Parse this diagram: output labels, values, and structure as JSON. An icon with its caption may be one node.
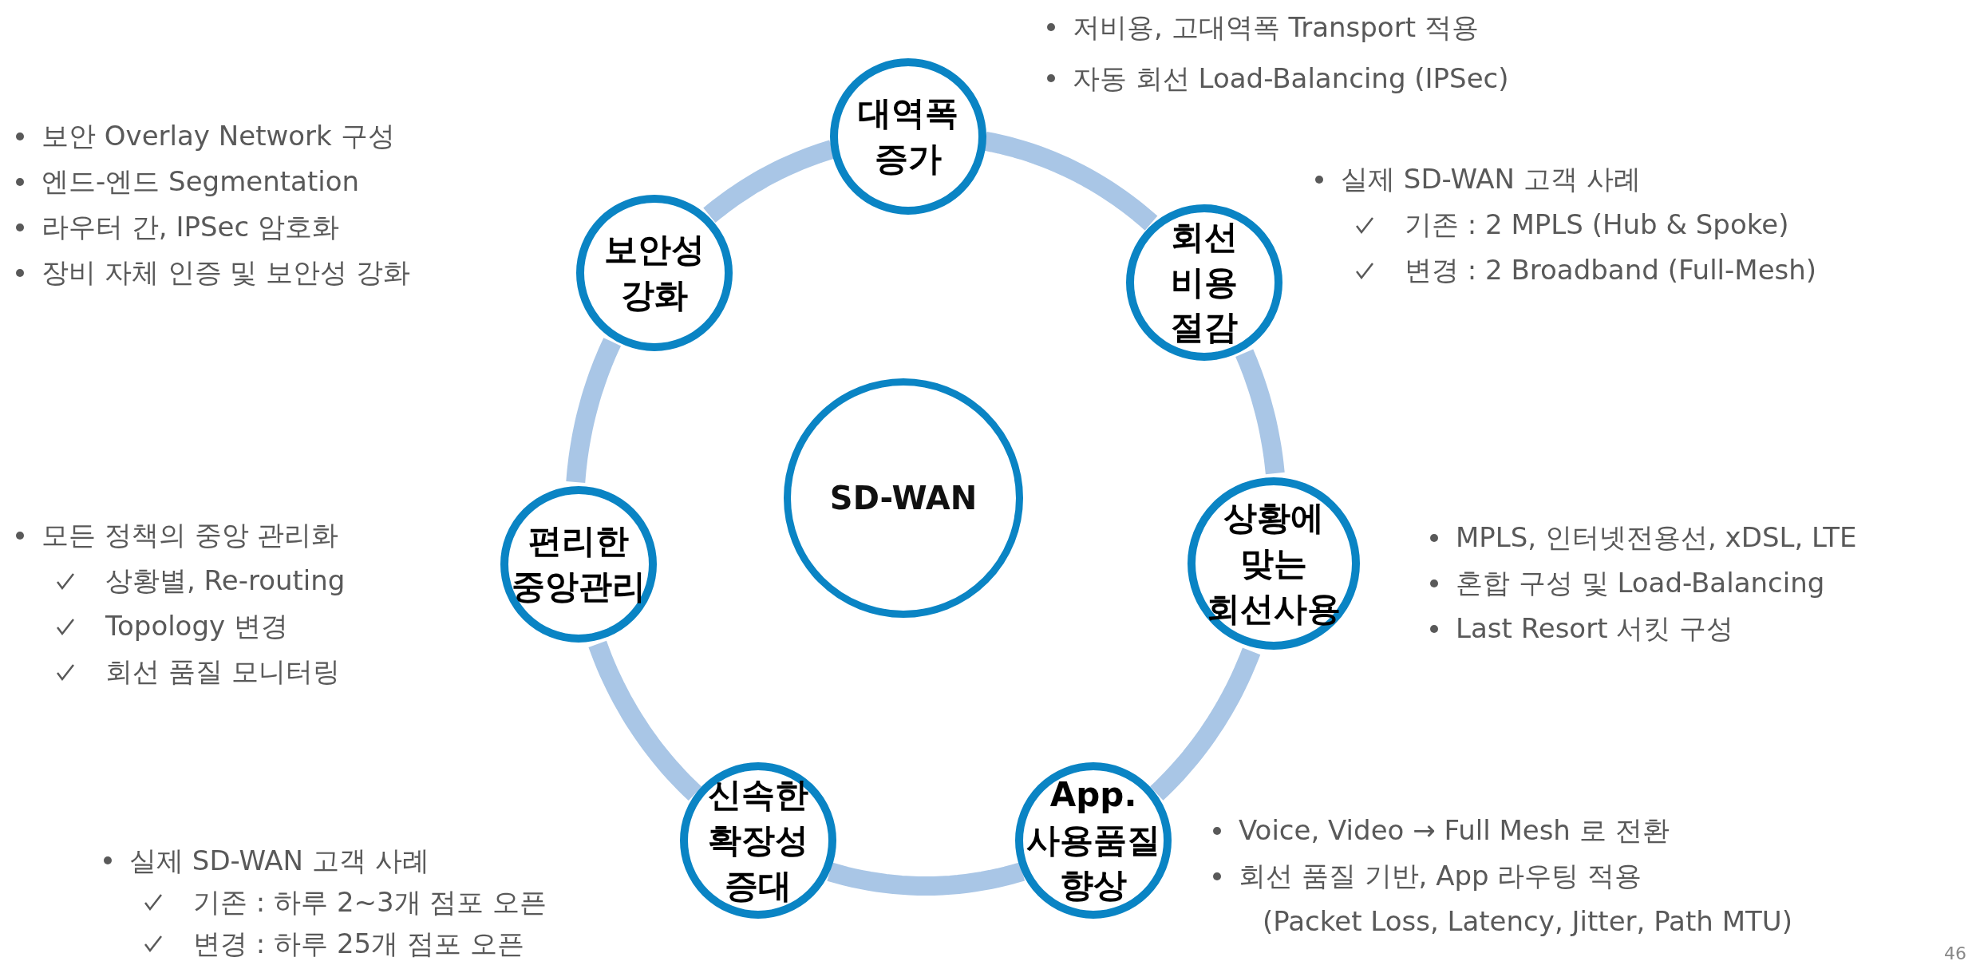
{
  "diagram": {
    "nodes": [
      {
        "text": [
          "대역폭 증가"
        ],
        "beside": [
          "저비용, 고대역폭 Transport 적용",
          "자동 회선 Load-Balancing (IPSec)"
        ]
      },
      {
        "text": [
          "보안성 강화"
        ],
        "beside": [
          "보안 Overlay Network 구성",
          "엔드-엔드 Segmentation",
          "라우터 간, IPSec 암호화",
          "장비 자체 인증 및 보안성 강화"
        ]
      },
      {
        "text": [
          "회선 비용 절감"
        ],
        "beside": [
          "실제 SD-WAN 고객 사례",
          "기존 : 2 MPLS (Hub & Spoke)",
          "변경 : 2 Broadband (Full-Mesh)"
        ]
      },
      {
        "text": [
          "SD-WAN"
        ]
      },
      {
        "text": [
          "편리한 중앙관리"
        ],
        "beside": [
          "모든 정책의 중앙 관리화",
          "상황별, Re-routing",
          "Topology 변경",
          "회선 품질 모니터링"
        ]
      },
      {
        "text": [
          "상황에 맞는 회선사용"
        ],
        "beside": [
          "MPLS, 인터넷전용선, xDSL, LTE",
          "혼합 구성 및 Load-Balancing",
          "Last Resort 서킷 구성"
        ]
      },
      {
        "text": [
          "신속한 확장성 증대"
        ],
        "beside": [
          "실제 SD-WAN 고객 사례",
          "기존 : 하루 2~3개 점포 오픈",
          "변경 : 하루 25개 점포 오픈"
        ]
      },
      {
        "text": [
          "App. 사용품질 향상"
        ],
        "beside": [
          "Voice, Video → Full Mesh 로 전환",
          "회선 품질 기반, App 라우팅 적용",
          "(Packet Loss, Latency, Jitter, Path MTU)"
        ]
      }
    ],
    "edges": [
      {
        "from": 0,
        "to": 2,
        "arrow": "none"
      },
      {
        "from": 2,
        "to": 5,
        "arrow": "none"
      },
      {
        "from": 5,
        "to": 7,
        "arrow": "none"
      },
      {
        "from": 7,
        "to": 6,
        "arrow": "none"
      },
      {
        "from": 6,
        "to": 4,
        "arrow": "none"
      },
      {
        "from": 4,
        "to": 1,
        "arrow": "none"
      },
      {
        "from": 1,
        "to": 0,
        "arrow": "none"
      }
    ],
    "labels": [
      "46"
    ]
  }
}
